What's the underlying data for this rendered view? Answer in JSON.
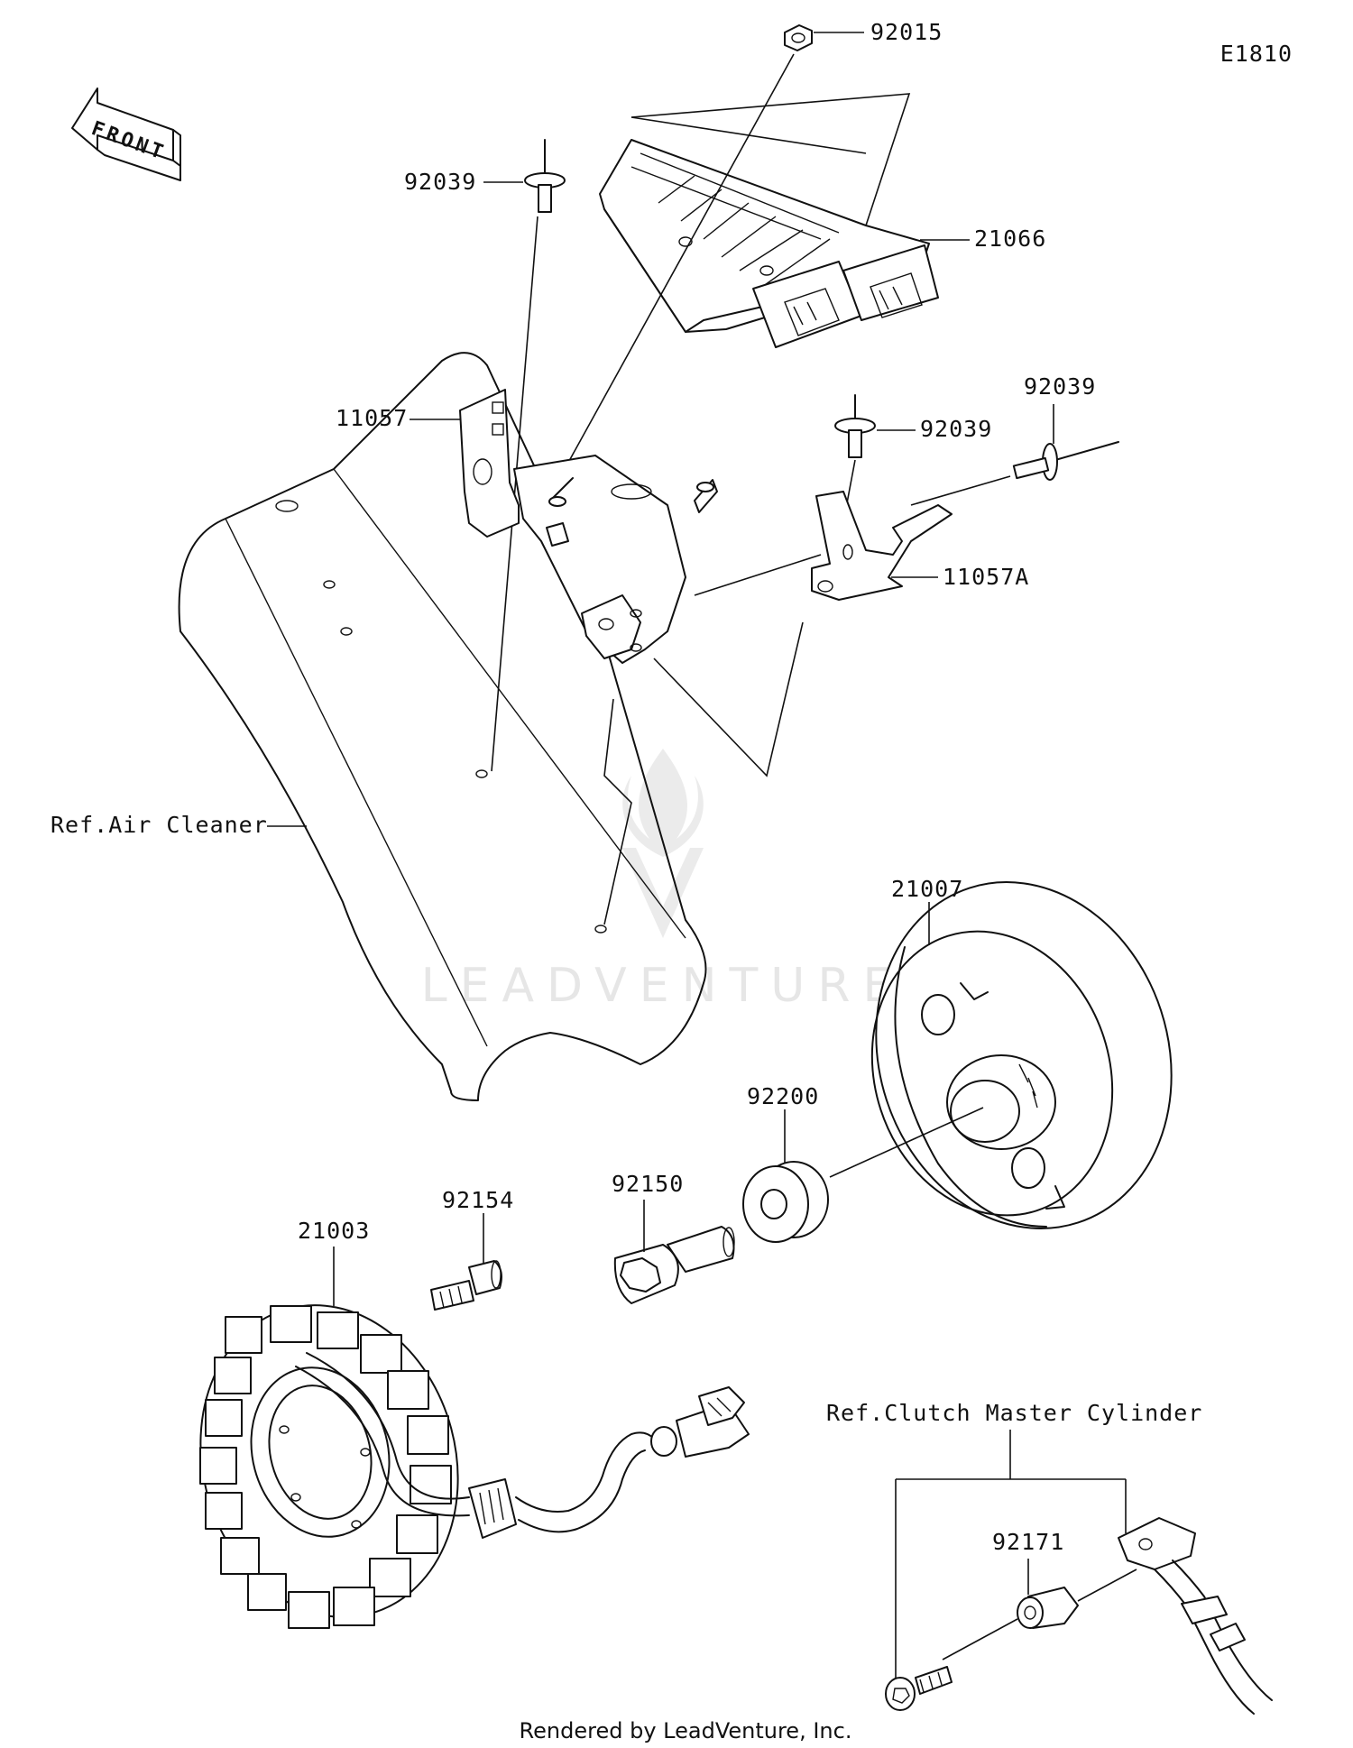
{
  "diagram_code": "E1810",
  "front_label": "FRONT",
  "watermark_text": "LEADVENTURE",
  "footer": "Rendered by LeadVenture, Inc.",
  "parts": {
    "p92015": "92015",
    "p21066": "21066",
    "p92039a": "92039",
    "p92039b": "92039",
    "p92039c": "92039",
    "p11057": "11057",
    "p11057A": "11057A",
    "p21007": "21007",
    "p92200": "92200",
    "p92150": "92150",
    "p92154": "92154",
    "p21003": "21003",
    "p92171": "92171"
  },
  "references": {
    "air_cleaner": "Ref.Air Cleaner",
    "clutch_master_cylinder": "Ref.Clutch Master Cylinder"
  },
  "colors": {
    "line": "#111111",
    "background": "#ffffff",
    "watermark": "#e6e6e6"
  }
}
